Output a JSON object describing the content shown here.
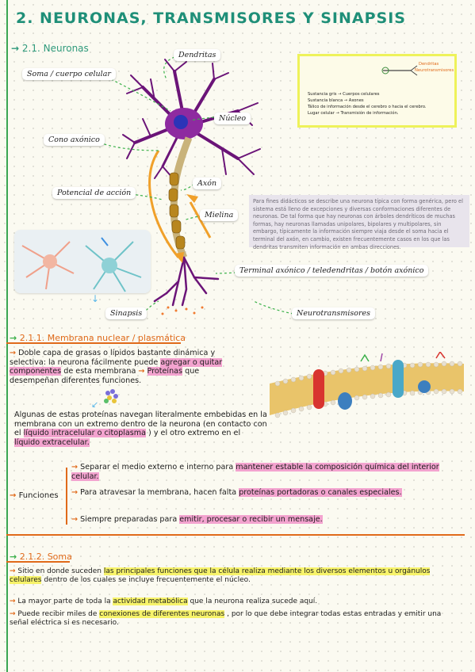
{
  "title": "2. NEURONAS, TRANSMISORES Y SINAPSIS",
  "section_1": "2.1. Neuronas",
  "neuron_labels": {
    "dendritas": "Dendritas",
    "soma": "Soma / cuerpo celular",
    "nucleo": "Núcleo",
    "cono": "Cono axónico",
    "axon": "Axón",
    "potencial": "Potencial de acción",
    "mielina": "Mielina",
    "terminal": "Terminal axónico / teledendritas / botón axónico",
    "sinapsis": "Sinapsis",
    "neurotransmisores": "Neurotransmisores"
  },
  "legend_box": {
    "top1": "Dendritas",
    "top2": "Neurotransmisores",
    "items": [
      "Sustancia gris → Cuerpos celulares",
      "Sustancia blanca → Axones",
      "Tálico de información desde el cerebro o hacia el cerebro.",
      "Lugar celular → Transmisión de información."
    ]
  },
  "note": "Para fines didácticos se describe una neurona típica con forma genérica, pero el sistema está lleno de excepciones y diversas conformaciones diferentes de neuronas. De tal forma que hay neuronas con árboles dendríticos de muchas formas, hay neuronas llamadas unipolares, bipolares y multipolares, sin embargo, típicamente la información siempre viaja desde el soma hacia el terminal del axón, en cambio, existen frecuentemente casos en los que las dendritas transmiten información en ambas direcciones.",
  "section_2": "2.1.1. Membrana nuclear / plasmática",
  "membrana": {
    "p1_a": "Doble capa de grasas o lípidos bastante dinámica y selectiva: la neurona fácilmente puede",
    "p1_b": "agregar o quitar componentes",
    "p1_c": "de esta membrana",
    "p1_d": "Proteínas",
    "p1_e": "que desempeñan diferentes funciones.",
    "p2_a": "Algunas de estas proteínas navegan literalmente embebidas en la membrana con un extremo dentro de la neurona (en contacto con el",
    "p2_b": "líquido intracelular o citoplasma",
    "p2_c": ") y el otro extremo en el",
    "p2_d": "líquido extracelular."
  },
  "funciones": {
    "label": "Funciones",
    "f1_a": "Separar el medio externo e interno para",
    "f1_b": "mantener estable la composición química del interior celular.",
    "f2_a": "Para atravesar la membrana, hacen falta",
    "f2_b": "proteínas portadoras o canales especiales.",
    "f3_a": "Siempre preparadas para",
    "f3_b": "emitir, procesar o recibir un mensaje."
  },
  "section_3": "2.1.2. Soma",
  "soma": {
    "s1_a": "Sitio en donde suceden",
    "s1_b": "las principales funciones que la célula realiza mediante los diversos elementos u orgánulos celulares",
    "s1_c": "dentro de los cuales se incluye frecuentemente el núcleo.",
    "s2_a": "La mayor parte de toda la",
    "s2_b": "actividad metabólica",
    "s2_c": "que la neurona realiza sucede aquí.",
    "s3_a": "Puede recibir miles de",
    "s3_b": "conexiones de diferentes neuronas",
    "s3_c": ", por lo que debe integrar todas estas entradas y emitir una señal eléctrica si es necesario."
  },
  "colors": {
    "green": "#2f9a7b",
    "orange": "#e06a1a",
    "pink": "#f3a3cf",
    "yellow": "#f7f36a",
    "neuron": "#7a1f8a"
  }
}
